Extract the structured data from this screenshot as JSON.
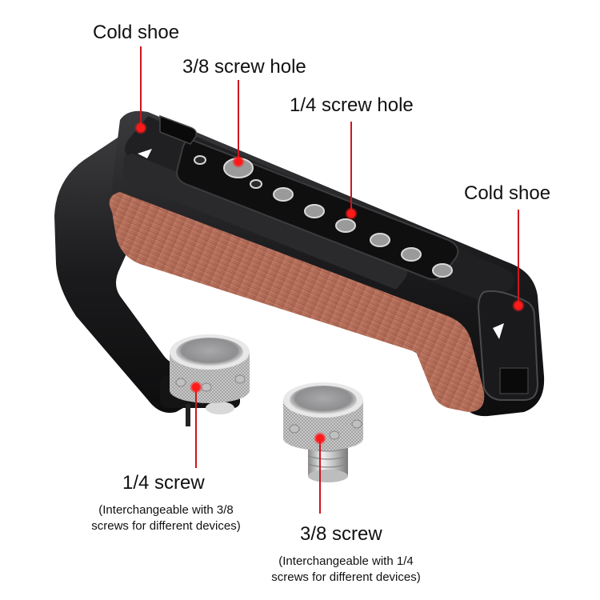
{
  "diagram": {
    "subject": "camera top handle with wooden grip",
    "colors": {
      "callout_line": "#d0141e",
      "callout_dot": "#ff1a1a",
      "metal_body": "#1c1c1e",
      "wood": "#b9735f",
      "steel": "#c8c8c8"
    },
    "callouts": [
      {
        "id": "cold-shoe-left",
        "label": "Cold shoe"
      },
      {
        "id": "screw-hole-3-8",
        "label": "3/8 screw hole"
      },
      {
        "id": "screw-hole-1-4",
        "label": "1/4 screw hole"
      },
      {
        "id": "cold-shoe-right",
        "label": "Cold shoe"
      },
      {
        "id": "screw-1-4",
        "label": "1/4 screw",
        "note_line1": "(Interchangeable with 3/8",
        "note_line2": "screws for different devices)"
      },
      {
        "id": "screw-3-8",
        "label": "3/8 screw",
        "note_line1": "(Interchangeable with 1/4",
        "note_line2": "screws for different devices)"
      }
    ]
  }
}
